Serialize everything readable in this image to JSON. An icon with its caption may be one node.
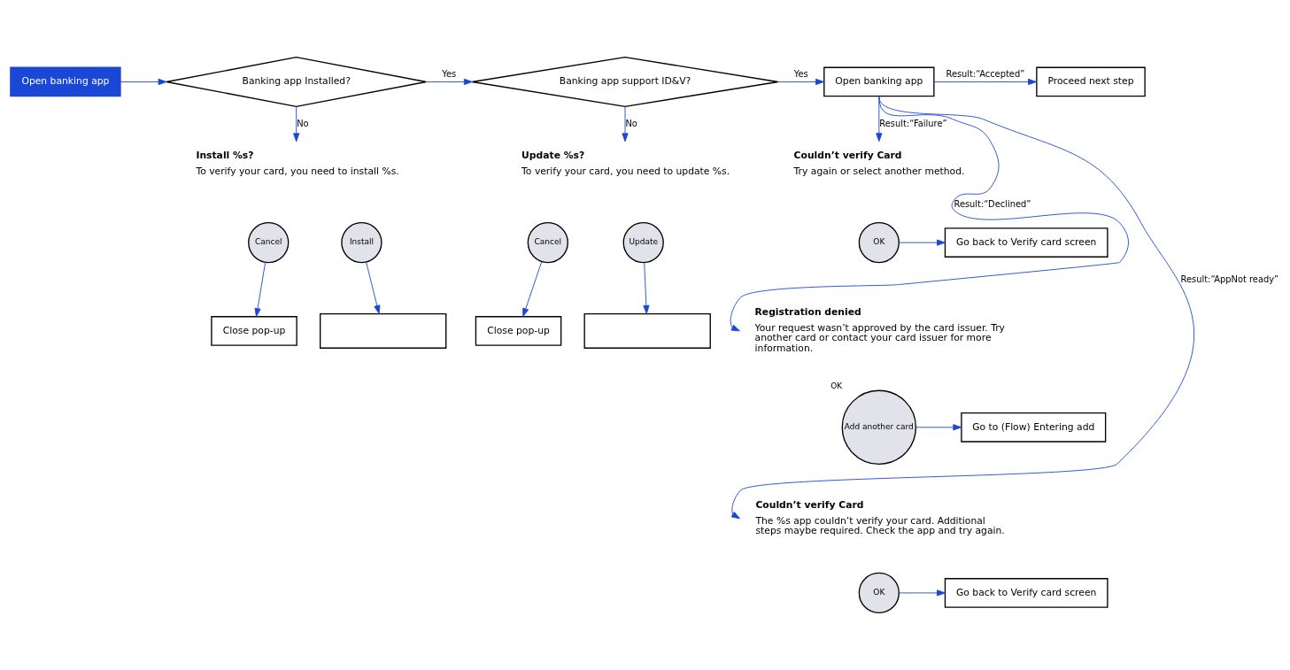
{
  "diagram": {
    "nodes": [
      {
        "text": [
          "Open banking app"
        ]
      },
      {
        "text": [
          "Banking app Installed?"
        ]
      },
      {
        "text": [
          "Banking app support ID&V?"
        ]
      },
      {
        "text": [
          "Open banking app"
        ]
      },
      {
        "text": [
          "Proceed next step"
        ]
      },
      {
        "text": [
          "Install %s?",
          "To verify your card, you need to install %s."
        ]
      },
      {
        "text": [
          "Cancel"
        ]
      },
      {
        "text": [
          "Install"
        ]
      },
      {
        "text": [
          "Close pop-up"
        ]
      },
      {
        "text": [],
        "shape": "box"
      },
      {
        "text": [
          "Update %s?",
          "To verify your card, you need to update %s."
        ]
      },
      {
        "text": [
          "Cancel"
        ]
      },
      {
        "text": [
          "Update"
        ]
      },
      {
        "text": [
          "Close pop-up"
        ]
      },
      {
        "text": [],
        "shape": "box"
      },
      {
        "text": [
          "Couldn’t verify Card",
          "Try again or select another method."
        ]
      },
      {
        "text": [
          "OK"
        ]
      },
      {
        "text": [
          "Go back to Verify card screen"
        ]
      },
      {
        "text": [
          "Registration denied",
          "Your request wasn’t approved by the card issuer. Try another card or contact your card issuer for more information."
        ]
      },
      {
        "text": [
          "Add another card"
        ],
        "beside": [
          "OK"
        ]
      },
      {
        "text": [
          "Go to (Flow) Entering add"
        ]
      },
      {
        "text": [
          "Couldn’t verify Card",
          "The %s app couldn’t verify your card. Additional steps maybe required. Check the app and try again."
        ]
      },
      {
        "text": [
          "OK"
        ]
      },
      {
        "text": [
          "Go back to Verify card screen"
        ]
      }
    ],
    "edges": [
      {
        "from": 0,
        "to": 1,
        "arrow": "to"
      },
      {
        "from": 1,
        "to": 2,
        "arrow": "to",
        "label": "Yes"
      },
      {
        "from": 2,
        "to": 3,
        "arrow": "to",
        "label": "Yes"
      },
      {
        "from": 3,
        "to": 4,
        "arrow": "to",
        "label": "Result:“Accepted”"
      },
      {
        "from": 1,
        "to": 5,
        "arrow": "to",
        "label": "No"
      },
      {
        "from": 2,
        "to": 10,
        "arrow": "to",
        "label": "No"
      },
      {
        "from": 6,
        "to": 8,
        "arrow": "to"
      },
      {
        "from": 7,
        "to": 9,
        "arrow": "to"
      },
      {
        "from": 11,
        "to": 13,
        "arrow": "to"
      },
      {
        "from": 12,
        "to": 14,
        "arrow": "to"
      },
      {
        "from": 3,
        "to": 15,
        "arrow": "to",
        "label": "Result:“Failure”"
      },
      {
        "from": 16,
        "to": 17,
        "arrow": "to"
      },
      {
        "from": 3,
        "to": 18,
        "arrow": "to",
        "label": "Result:“Declined”"
      },
      {
        "from": 19,
        "to": 20,
        "arrow": "to"
      },
      {
        "from": 3,
        "to": 21,
        "arrow": "to",
        "label": "Result:“AppNot ready”"
      },
      {
        "from": 22,
        "to": 23,
        "arrow": "to"
      }
    ]
  }
}
